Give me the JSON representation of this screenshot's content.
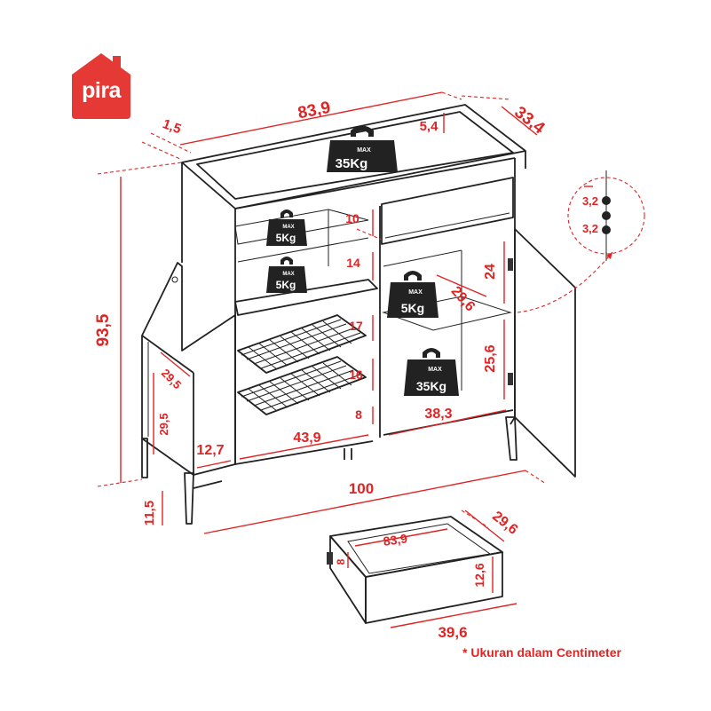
{
  "brand": {
    "name": "pira",
    "color": "#e53935"
  },
  "accent_color": "#e02424",
  "note": "* Ukuran dalam Centimeter",
  "weights": {
    "max_word": "MAX",
    "top": "35Kg",
    "shelf_upper": "5Kg",
    "shelf_lower": "5Kg",
    "cabinet_shelf": "5Kg",
    "cabinet_bottom": "35Kg"
  },
  "dimensions": {
    "top_width": "83,9",
    "top_edge": "1,5",
    "top_rail": "5,4",
    "depth": "33,4",
    "total_height": "93,5",
    "shelf_10": "10",
    "shelf_14": "14",
    "rack_17": "17",
    "rack_16": "16",
    "rack_8": "8",
    "side_29_5_a": "29,5",
    "side_29_5_b": "29,5",
    "side_12_7": "12,7",
    "rack_width": "43,9",
    "cab_24": "24",
    "cab_29_6": "29,6",
    "cab_25_6": "25,6",
    "cab_width": "38,3",
    "total_width": "100",
    "leg_height": "11,5",
    "hole_a": "3,2",
    "hole_b": "3,2",
    "drawer_inner_width": "83,9",
    "drawer_depth": "29,6",
    "drawer_8": "8",
    "drawer_height": "12,6",
    "drawer_width": "39,6"
  }
}
